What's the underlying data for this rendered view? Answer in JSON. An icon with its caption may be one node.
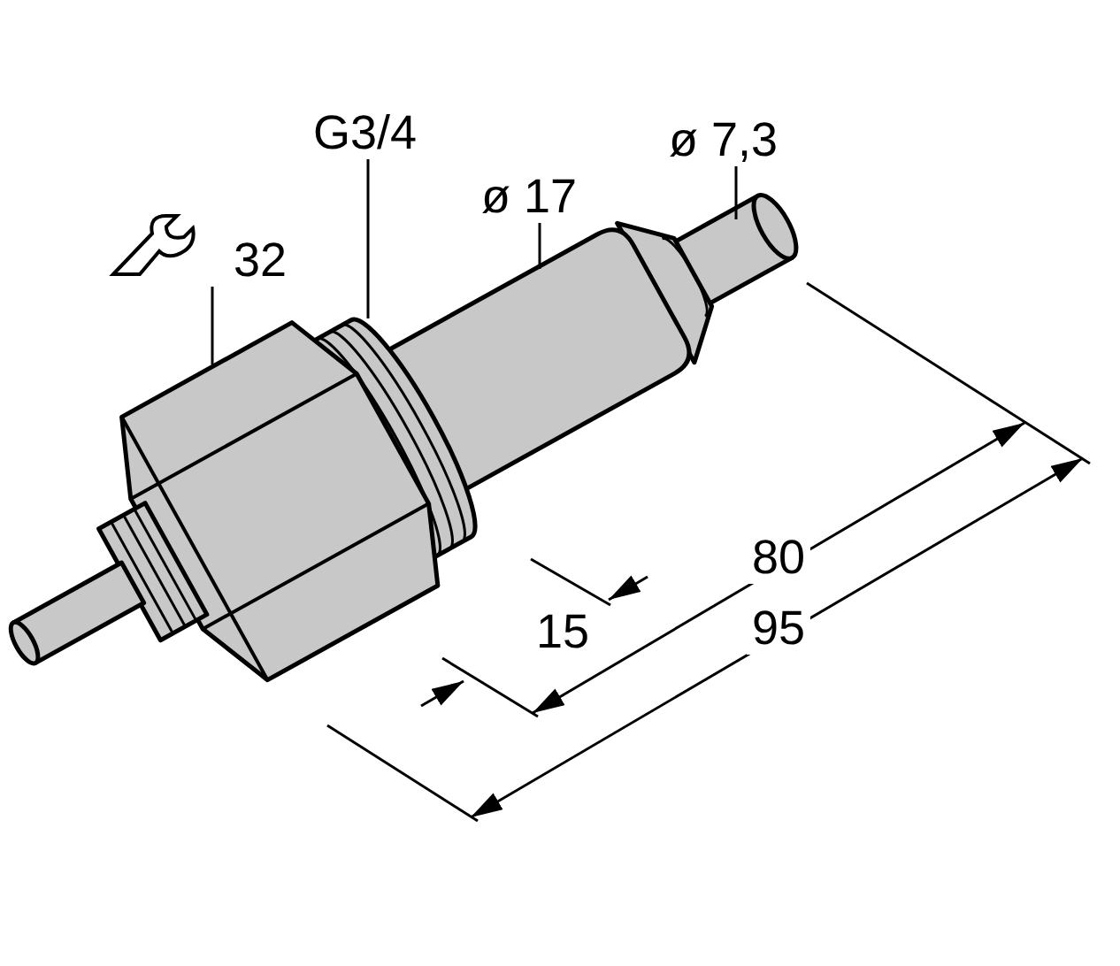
{
  "diagram": {
    "nodes": [
      {
        "text": [
          "32"
        ]
      },
      {
        "text": [
          "G3/4"
        ]
      },
      {
        "text": [
          "ø 17"
        ]
      },
      {
        "text": [
          "ø 7,3"
        ]
      }
    ],
    "edges": [
      {
        "from": 0,
        "to": null,
        "arrow": "none"
      },
      {
        "from": 1,
        "to": null,
        "arrow": "none"
      },
      {
        "from": 2,
        "to": null,
        "arrow": "none"
      },
      {
        "from": 3,
        "to": null,
        "arrow": "none"
      }
    ],
    "labels": [
      "80",
      "15",
      "95"
    ]
  }
}
